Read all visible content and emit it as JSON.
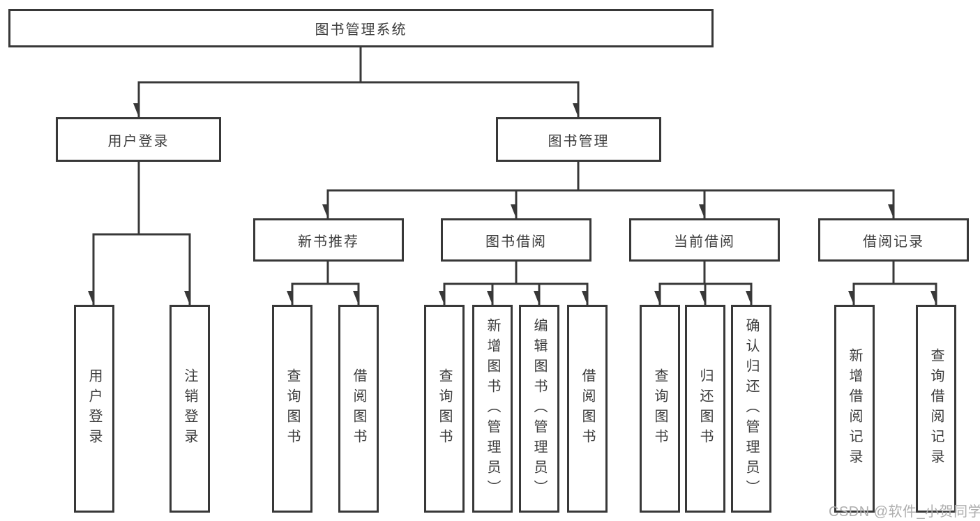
{
  "colors": {
    "box_border": "#383838",
    "line": "#383838",
    "text": "#3d3d3d",
    "watermark": "#aeaeae",
    "bg": "#ffffff"
  },
  "watermark": {
    "text": "CSDN @软件_小贺同学"
  },
  "nodes": {
    "root": {
      "label": "图书管理系统"
    },
    "user_login": {
      "label": "用户登录"
    },
    "book_management": {
      "label": "图书管理"
    },
    "new_book_recommend": {
      "label": "新书推荐"
    },
    "book_borrow": {
      "label": "图书借阅"
    },
    "current_borrow": {
      "label": "当前借阅"
    },
    "borrow_record": {
      "label": "借阅记录"
    },
    "leaf_user_login": {
      "label": "用户登录"
    },
    "leaf_logout": {
      "label": "注销登录"
    },
    "leaf_nbr_query_book": {
      "label": "查询图书"
    },
    "leaf_nbr_borrow_book": {
      "label": "借阅图书"
    },
    "leaf_bb_query_book": {
      "label": "查询图书"
    },
    "leaf_bb_add_book": {
      "label": "新增图书（管理员）"
    },
    "leaf_bb_edit_book": {
      "label": "编辑图书（管理员）"
    },
    "leaf_bb_borrow_book": {
      "label": "借阅图书"
    },
    "leaf_cb_query_book": {
      "label": "查询图书"
    },
    "leaf_cb_return_book": {
      "label": "归还图书"
    },
    "leaf_cb_confirm_return": {
      "label": "确认归还（管理员）"
    },
    "leaf_br_add_record": {
      "label": "新增借阅记录"
    },
    "leaf_br_query_record": {
      "label": "查询借阅记录"
    }
  }
}
